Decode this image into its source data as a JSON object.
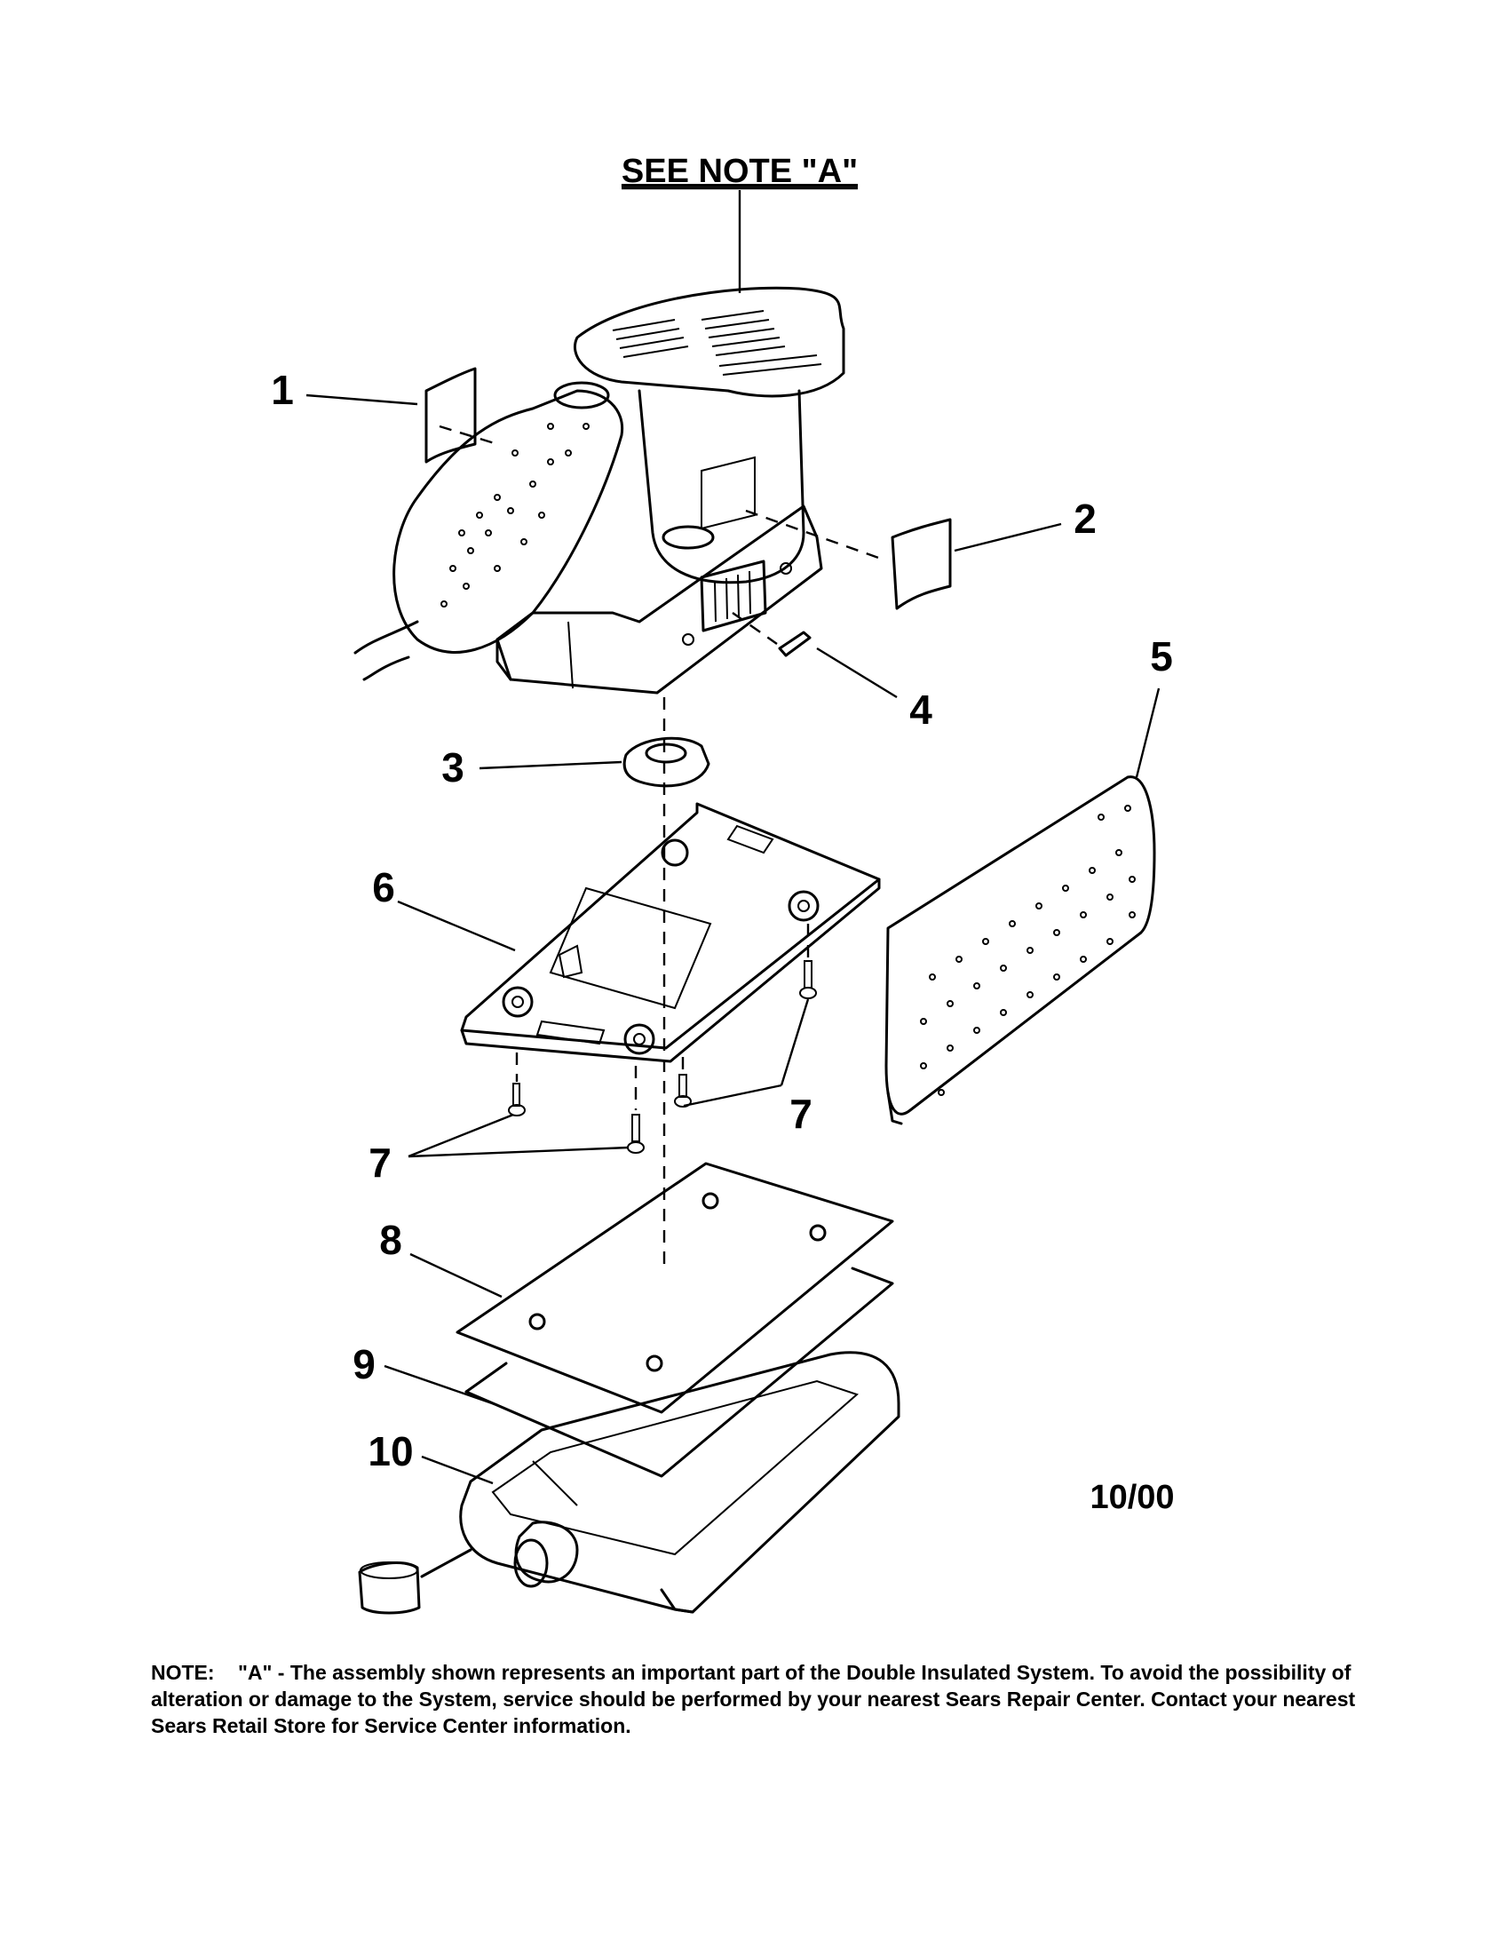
{
  "header": {
    "see_note": "SEE NOTE \"A\""
  },
  "callouts": {
    "c1": "1",
    "c2": "2",
    "c3": "3",
    "c4": "4",
    "c5": "5",
    "c6": "6",
    "c7a": "7",
    "c7b": "7",
    "c8": "8",
    "c9": "9",
    "c10": "10"
  },
  "date_code": "10/00",
  "note": {
    "label": "NOTE:",
    "text": "\"A\" - The assembly shown represents an important part of the Double Insulated System. To avoid the possibility of alteration or damage to the System, service should be performed by your nearest Sears Repair Center. Contact your nearest Sears Retail Store for Service Center information."
  }
}
